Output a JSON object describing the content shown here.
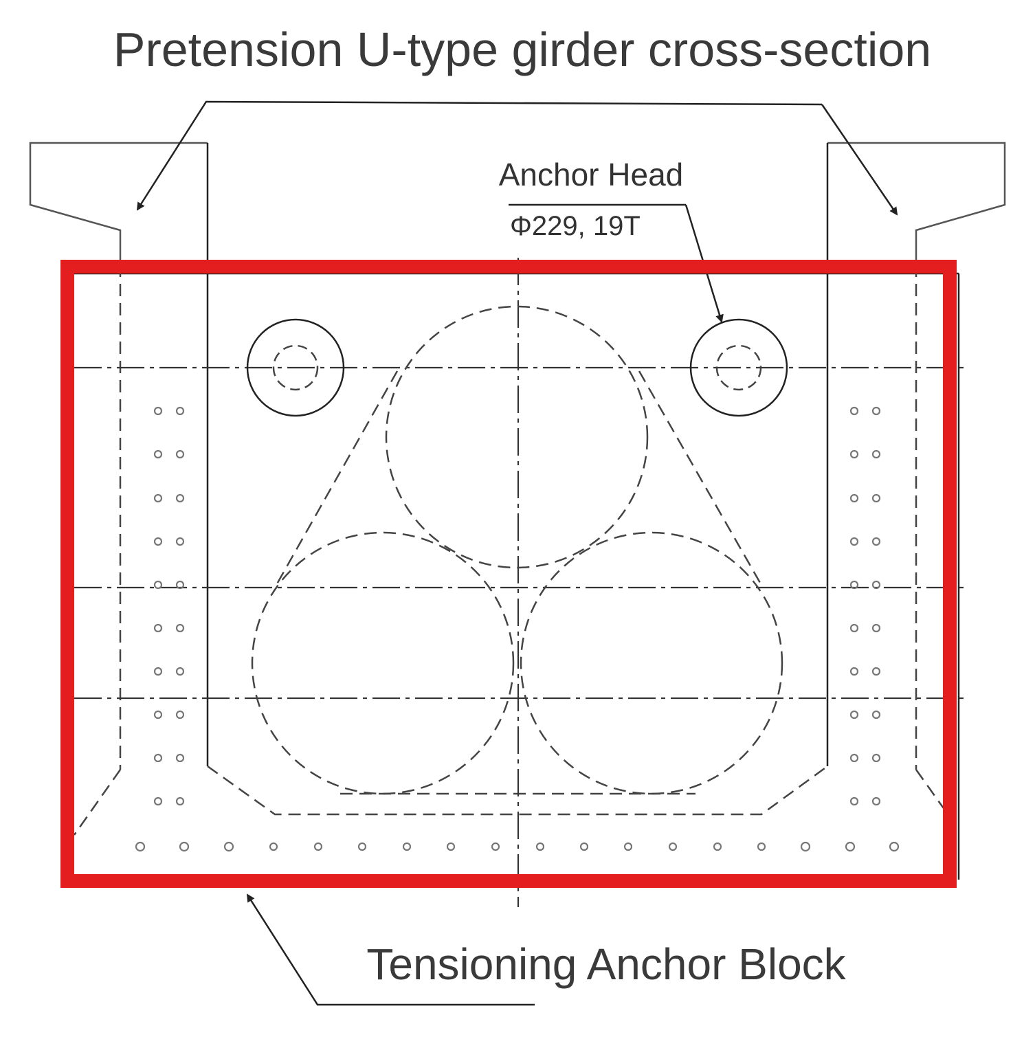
{
  "title": "Pretension U-type girder cross-section",
  "anchor_head": {
    "label": "Anchor Head",
    "spec": "Φ229, 19T"
  },
  "block_label": "Tensioning Anchor Block",
  "colors": {
    "highlight": "#e41e1e",
    "line": "#222222",
    "outline": "#888888"
  }
}
